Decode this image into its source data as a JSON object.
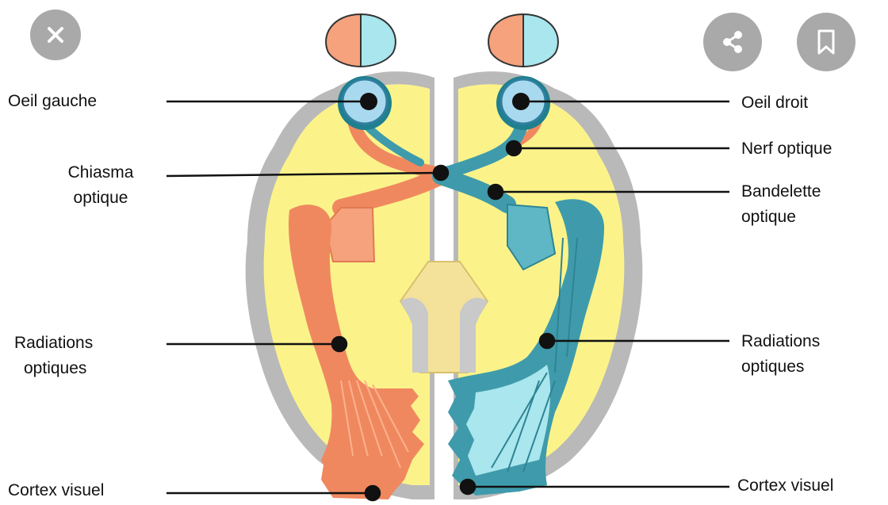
{
  "diagram": {
    "labels": {
      "left_eye": "Oeil gauche",
      "right_eye": "Oeil droit",
      "optic_nerve": "Nerf optique",
      "chiasm_line1": "Chiasma",
      "chiasm_line2": "optique",
      "tract_line1": "Bandelette",
      "tract_line2": "optique",
      "radiations_left_line1": "Radiations",
      "radiations_left_line2": "optiques",
      "radiations_right_line1": "Radiations",
      "radiations_right_line2": "optiques",
      "cortex_left": "Cortex visuel",
      "cortex_right": "Cortex visuel"
    },
    "colors": {
      "left_pathway": "#f0885f",
      "right_pathway": "#3f9bab",
      "right_pathway_light": "#a9e6ee",
      "brain_fill": "#fbf38a",
      "brain_outline": "#b9b9b9",
      "eye_fill": "#a8d9ee",
      "visual_field_left": "#f5a27d",
      "visual_field_right": "#a9e6ee"
    }
  },
  "overlay": {
    "close_icon": "close-icon",
    "share_icon": "share-icon",
    "bookmark_icon": "bookmark-icon",
    "button_color": "#a9a9a9"
  }
}
